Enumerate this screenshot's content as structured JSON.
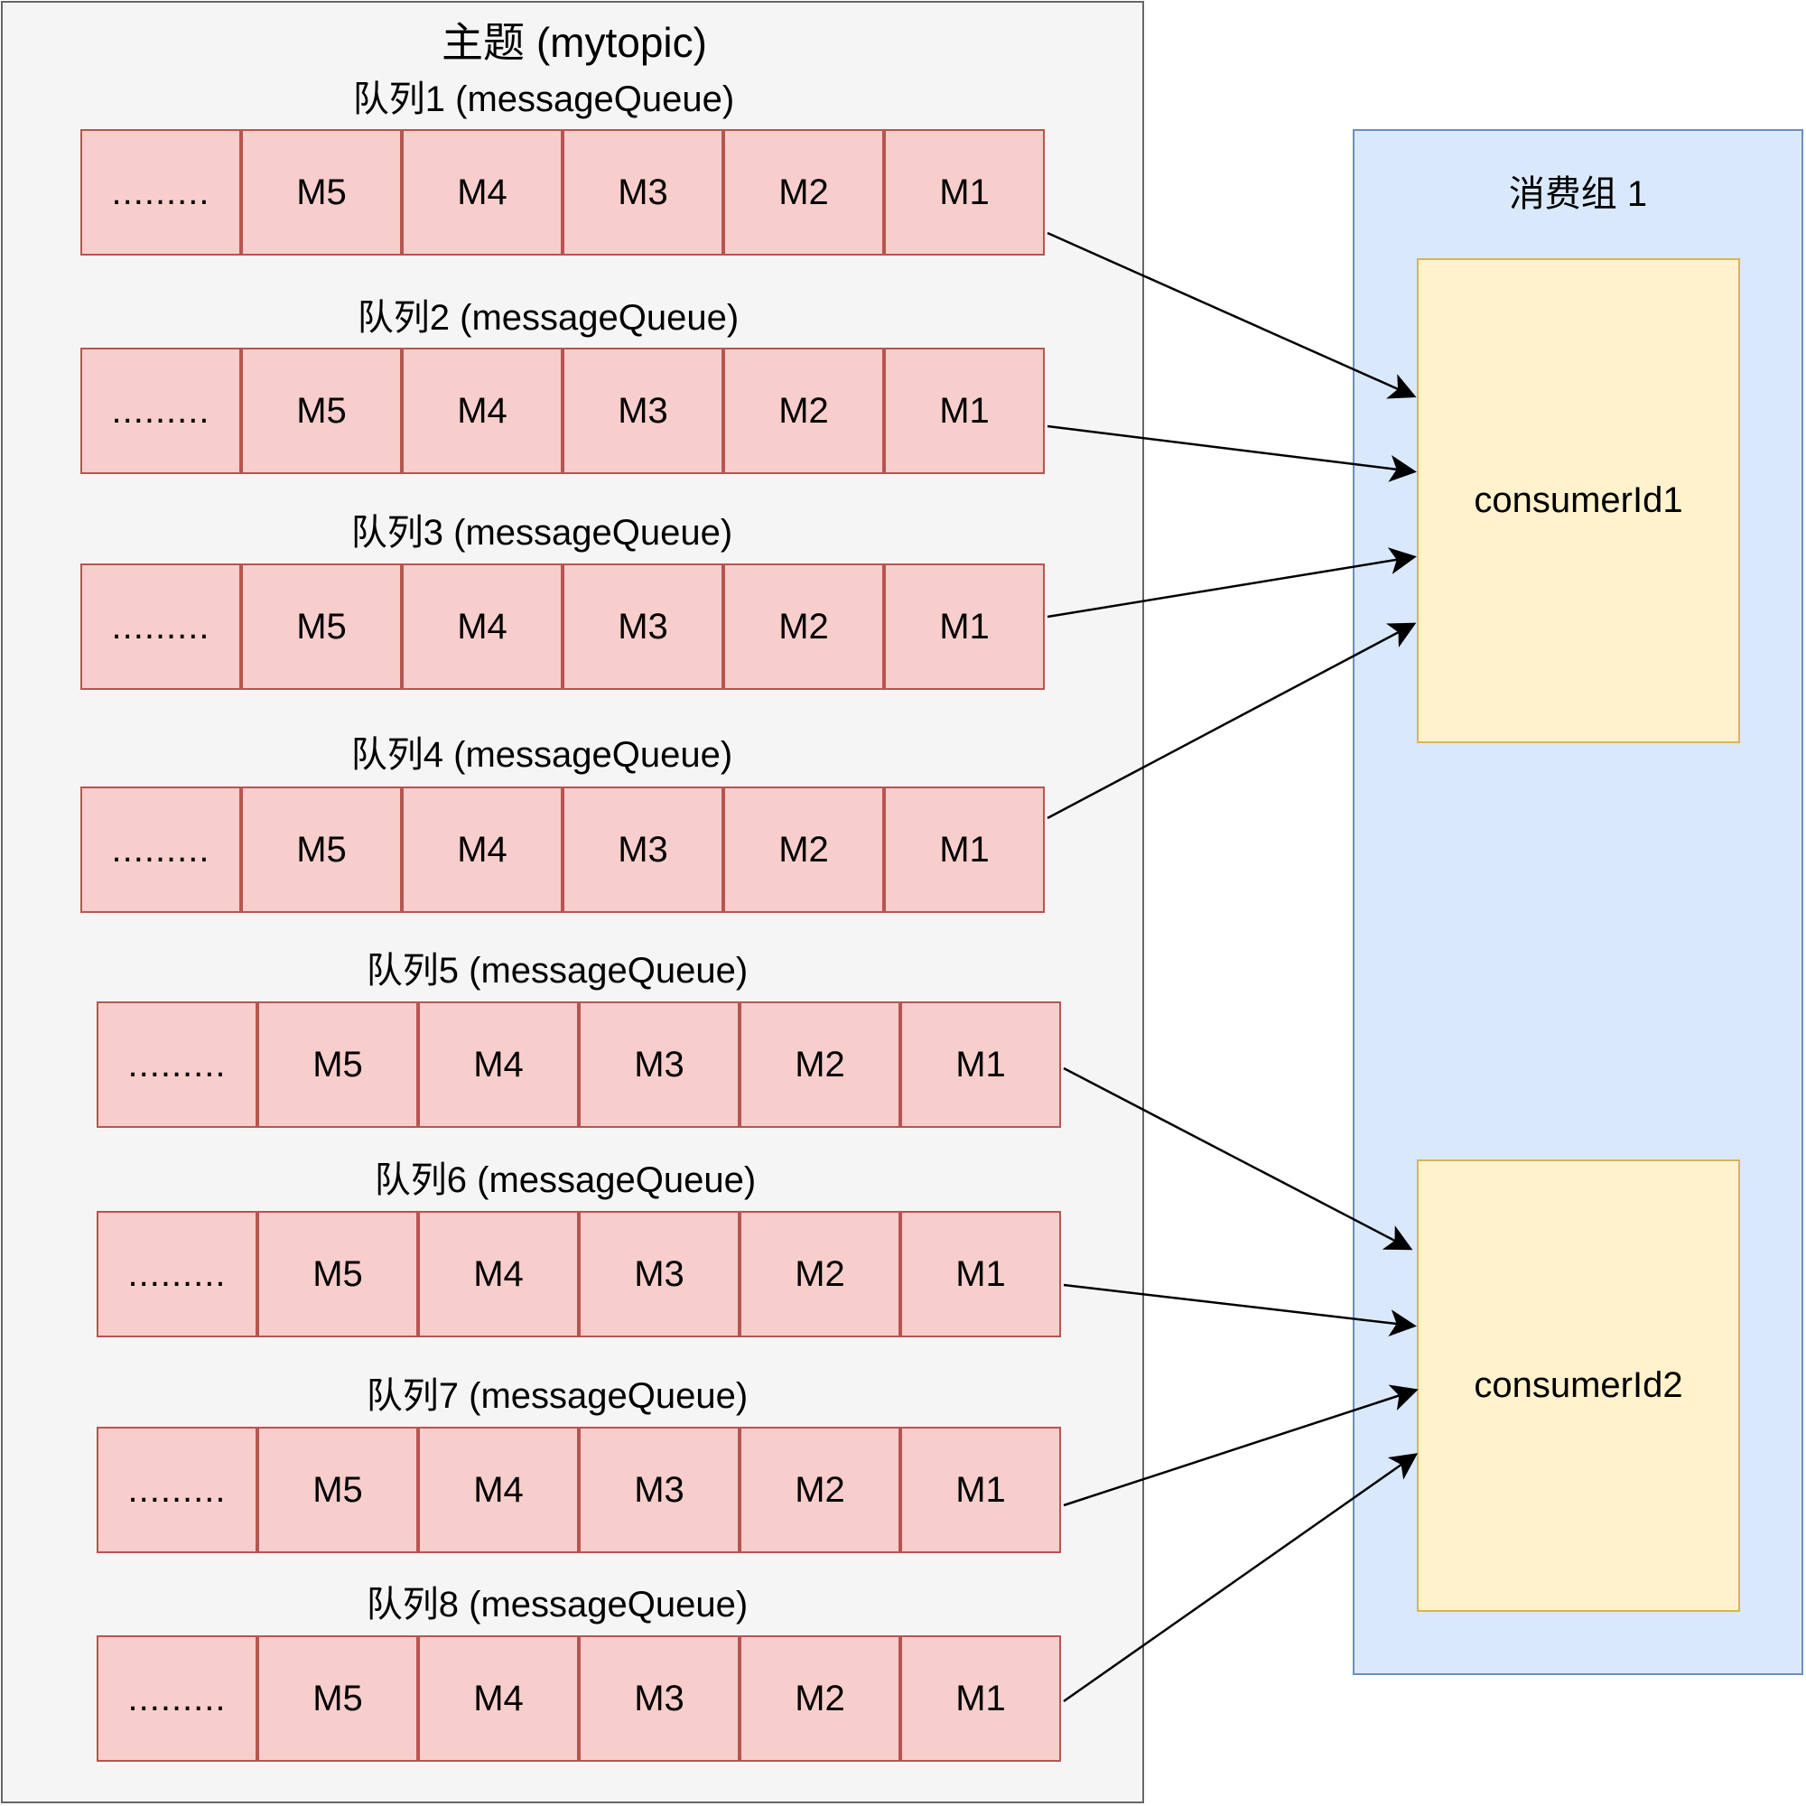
{
  "topic": {
    "title": "主题 (mytopic)"
  },
  "queues": [
    {
      "label": "队列1 (messageQueue)",
      "cells": [
        ".........",
        "M5",
        "M4",
        "M3",
        "M2",
        "M1"
      ]
    },
    {
      "label": "队列2 (messageQueue)",
      "cells": [
        ".........",
        "M5",
        "M4",
        "M3",
        "M2",
        "M1"
      ]
    },
    {
      "label": "队列3 (messageQueue)",
      "cells": [
        ".........",
        "M5",
        "M4",
        "M3",
        "M2",
        "M1"
      ]
    },
    {
      "label": "队列4 (messageQueue)",
      "cells": [
        ".........",
        "M5",
        "M4",
        "M3",
        "M2",
        "M1"
      ]
    },
    {
      "label": "队列5 (messageQueue)",
      "cells": [
        ".........",
        "M5",
        "M4",
        "M3",
        "M2",
        "M1"
      ]
    },
    {
      "label": "队列6 (messageQueue)",
      "cells": [
        ".........",
        "M5",
        "M4",
        "M3",
        "M2",
        "M1"
      ]
    },
    {
      "label": "队列7 (messageQueue)",
      "cells": [
        ".........",
        "M5",
        "M4",
        "M3",
        "M2",
        "M1"
      ]
    },
    {
      "label": "队列8 (messageQueue)",
      "cells": [
        ".........",
        "M5",
        "M4",
        "M3",
        "M2",
        "M1"
      ]
    }
  ],
  "consumer_group": {
    "title": "消费组 1",
    "consumers": [
      {
        "name": "consumerId1"
      },
      {
        "name": "consumerId2"
      }
    ]
  },
  "edges": [
    {
      "from": "队列1",
      "to": "consumerId1"
    },
    {
      "from": "队列2",
      "to": "consumerId1"
    },
    {
      "from": "队列3",
      "to": "consumerId1"
    },
    {
      "from": "队列4",
      "to": "consumerId1"
    },
    {
      "from": "队列5",
      "to": "consumerId2"
    },
    {
      "from": "队列6",
      "to": "consumerId2"
    },
    {
      "from": "队列7",
      "to": "consumerId2"
    },
    {
      "from": "队列8",
      "to": "consumerId2"
    }
  ],
  "colors": {
    "topic_fill": "#f5f5f5",
    "topic_stroke": "#666666",
    "cell_fill": "#f8cecc",
    "cell_stroke": "#b85450",
    "group_fill": "#dae8fc",
    "group_stroke": "#6c8ebf",
    "consumer_fill": "#fff2cc",
    "consumer_stroke": "#d6b656"
  }
}
